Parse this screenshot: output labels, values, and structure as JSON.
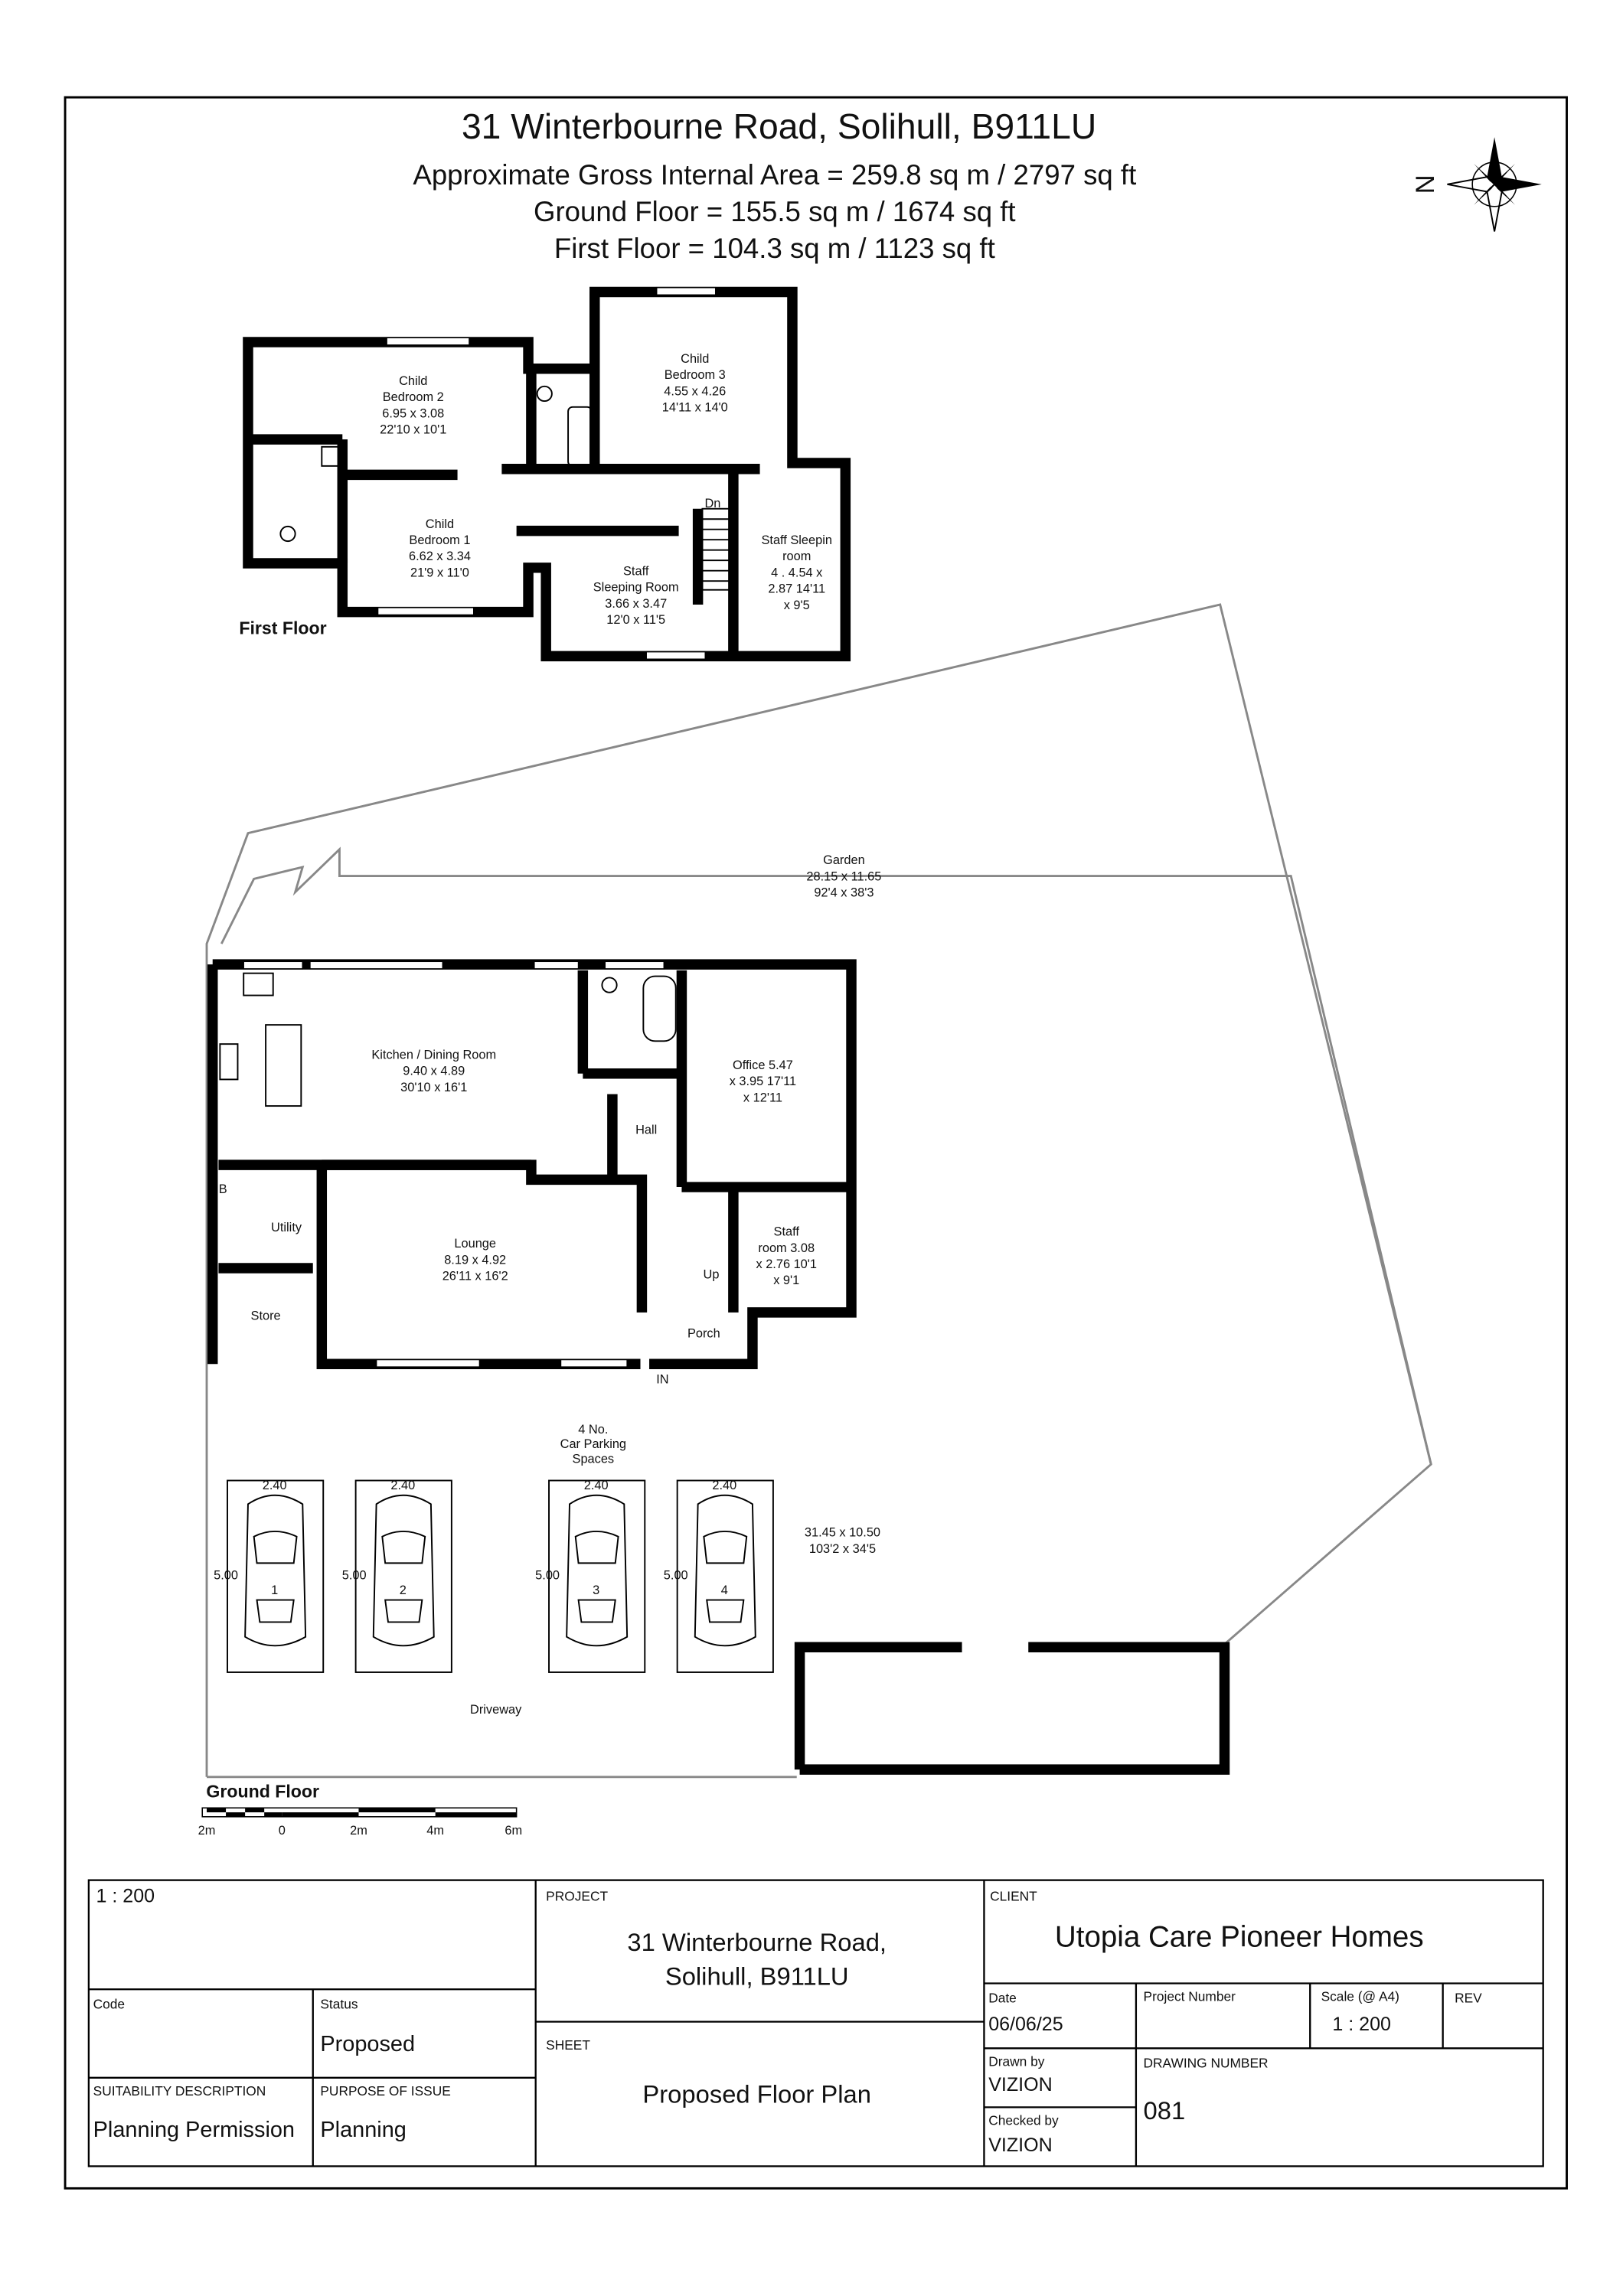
{
  "header": {
    "address": "31 Winterbourne Road, Solihull, B911LU",
    "gross_area": "Approximate Gross Internal Area = 259.8 sq m / 2797 sq ft",
    "ground_area": "Ground Floor = 155.5 sq m / 1674 sq ft",
    "first_area": "First Floor = 104.3 sq m / 1123 sq ft",
    "compass_label": "N",
    "compass_icon": "compass-rose-icon"
  },
  "first_floor": {
    "label": "First Floor",
    "stairs": "Dn",
    "rooms": [
      {
        "lines": [
          "Child",
          "Bedroom 2",
          "6.95 x 3.08",
          "22'10 x 10'1"
        ]
      },
      {
        "lines": [
          "Child",
          "Bedroom 3",
          "4.55 x 4.26",
          "14'11 x 14'0"
        ]
      },
      {
        "lines": [
          "Child",
          "Bedroom 1",
          "6.62 x 3.34",
          "21'9 x 11'0"
        ]
      },
      {
        "lines": [
          "Staff",
          "Sleeping Room",
          "3.66 x 3.47",
          "12'0 x 11'5"
        ]
      },
      {
        "lines": [
          "Staff Sleepin",
          "room",
          "4 . 4.54   x",
          "2.87 14'11",
          "x 9'5"
        ]
      }
    ]
  },
  "ground_floor": {
    "label": "Ground Floor",
    "garden": [
      "Garden",
      "28.15 x 11.65",
      "92'4 x 38'3"
    ],
    "rooms": {
      "kitchen": [
        "Kitchen / Dining Room",
        "9.40 x 4.89",
        "30'10 x 16'1"
      ],
      "office": [
        "Office 5.47",
        "x 3.95 17'11",
        "x 12'11"
      ],
      "hall": "Hall",
      "lounge": [
        "Lounge",
        "8.19 x 4.92",
        "26'11 x 16'2"
      ],
      "utility": "Utility",
      "store": "Store",
      "staff_room": [
        "Staff",
        "room 3.08",
        "x 2.76 10'1",
        "x 9'1"
      ],
      "porch": "Porch",
      "boiler": "B"
    },
    "stairs": "Up",
    "entrance": "IN",
    "parking_title": [
      "4 No.",
      "Car Parking",
      "Spaces"
    ],
    "parking_spaces": [
      {
        "number": "1",
        "width": "2.40",
        "length": "5.00"
      },
      {
        "number": "2",
        "width": "2.40",
        "length": "5.00"
      },
      {
        "number": "3",
        "width": "2.40",
        "length": "5.00"
      },
      {
        "number": "4",
        "width": "2.40",
        "length": "5.00"
      }
    ],
    "driveway_dims": [
      "31.45 x 10.50",
      "103'2 x 34'5"
    ],
    "driveway": "Driveway",
    "scale_bar": [
      "2m",
      "0",
      "2m",
      "4m",
      "6m"
    ]
  },
  "title_block": {
    "scale_top": "1 : 200",
    "code_label": "Code",
    "status_label": "Status",
    "status": "Proposed",
    "suitability_label": "SUITABILITY DESCRIPTION",
    "suitability": "Planning Permission",
    "purpose_label": "PURPOSE OF ISSUE",
    "purpose": "Planning",
    "project_label": "PROJECT",
    "project_line1": "31 Winterbourne Road,",
    "project_line2": "Solihull, B911LU",
    "sheet_label": "SHEET",
    "sheet": "Proposed Floor Plan",
    "client_label": "CLIENT",
    "client": "Utopia Care Pioneer Homes",
    "date_label": "Date",
    "date": "06/06/25",
    "project_number_label": "Project Number",
    "scale_label": "Scale (@ A4)",
    "scale": "1 : 200",
    "rev_label": "REV",
    "drawn_by_label": "Drawn by",
    "drawn_by": "VIZION",
    "checked_by_label": "Checked  by",
    "checked_by": "VIZION",
    "drawing_number_label": "DRAWING NUMBER",
    "drawing_number": "081"
  }
}
